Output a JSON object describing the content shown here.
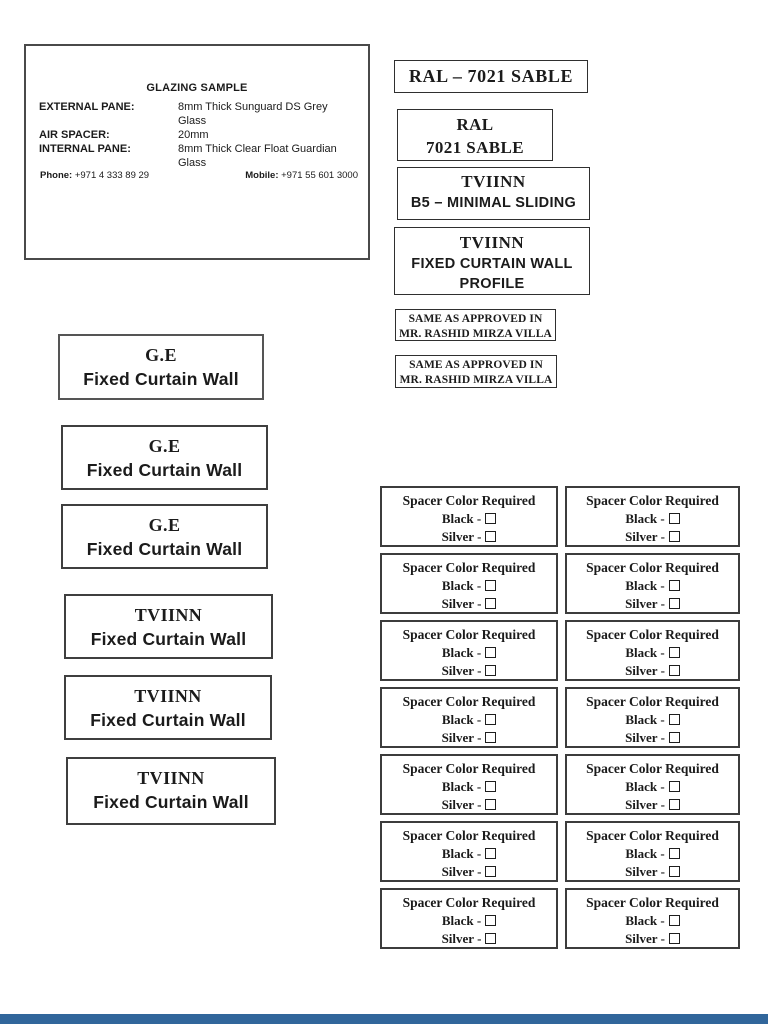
{
  "glazing_card": {
    "title": "GLAZING SAMPLE",
    "specs": [
      {
        "label": "EXTERNAL PANE:",
        "value": "8mm Thick Sunguard DS Grey Glass"
      },
      {
        "label": "AIR SPACER:",
        "value": "20mm"
      },
      {
        "label": "INTERNAL PANE:",
        "value": "8mm Thick Clear Float Guardian Glass"
      }
    ],
    "contacts": [
      {
        "label": "Phone:",
        "value": " +971 4 333 89 29"
      },
      {
        "label": "Mobile:",
        "value": " +971 55 601 3000"
      }
    ]
  },
  "tags": {
    "ral_single": {
      "line1": "RAL – 7021 SABLE"
    },
    "ral_double": {
      "line1": "RAL",
      "line2": "7021 SABLE"
    },
    "tviinn_sliding": {
      "line1": "TVIINN",
      "line2": "B5 – MINIMAL SLIDING"
    },
    "tviinn_cw_profile": {
      "line1": "TVIINN",
      "line2": "FIXED CURTAIN WALL",
      "line3": "PROFILE"
    },
    "approved_note": {
      "line1": "SAME AS APPROVED IN",
      "line2": "MR. RASHID MIRZA VILLA"
    },
    "ge_wall": {
      "line1": "G.E",
      "line2": "Fixed Curtain Wall"
    },
    "tviinn_wall": {
      "line1": "TVIINN",
      "line2": "Fixed Curtain Wall"
    }
  },
  "spacer_box": {
    "title": "Spacer Color Required",
    "options": [
      {
        "label": "Black -"
      },
      {
        "label": "Silver -"
      }
    ],
    "count": 14
  },
  "footer": {
    "bar_color": "#31669b"
  }
}
